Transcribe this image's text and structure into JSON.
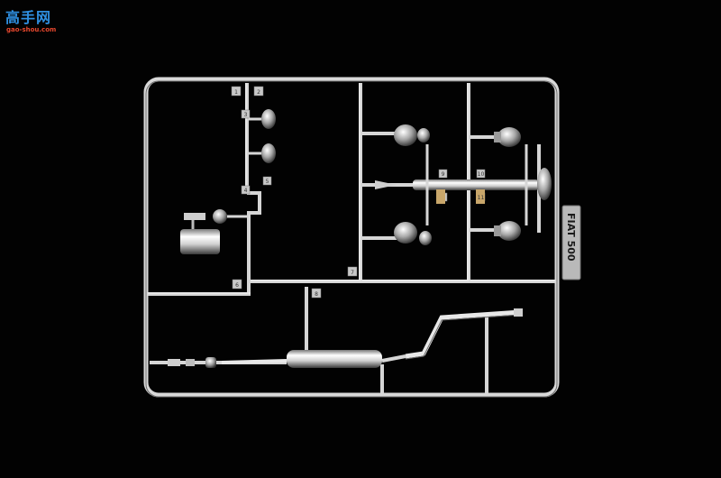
{
  "watermark": {
    "site_name": "高手网",
    "site_url": "gao-shou.com"
  },
  "sprue": {
    "tag_text": "FIAT 500",
    "part_numbers": [
      "1",
      "2",
      "3",
      "4",
      "5",
      "6",
      "7",
      "8",
      "9",
      "10",
      "11"
    ]
  },
  "colors": {
    "background": "#020202",
    "chrome_light": "#f2f2f2",
    "chrome_mid": "#b8b8b8",
    "chrome_dark": "#5a5a5a",
    "logo_blue": "#2f8fe0",
    "logo_red": "#e8482e"
  }
}
